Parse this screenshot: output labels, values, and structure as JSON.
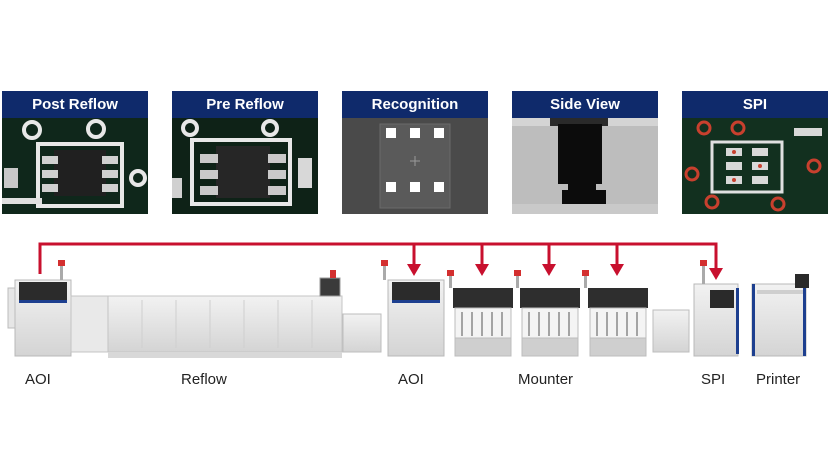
{
  "panels": [
    {
      "id": "post-reflow",
      "label": "Post Reflow"
    },
    {
      "id": "pre-reflow",
      "label": "Pre Reflow"
    },
    {
      "id": "recognition",
      "label": "Recognition"
    },
    {
      "id": "side-view",
      "label": "Side View"
    },
    {
      "id": "spi",
      "label": "SPI"
    }
  ],
  "machines": [
    {
      "id": "aoi-1",
      "label": "AOI"
    },
    {
      "id": "reflow",
      "label": "Reflow"
    },
    {
      "id": "aoi-2",
      "label": "AOI"
    },
    {
      "id": "mounter",
      "label": "Mounter"
    },
    {
      "id": "spi",
      "label": "SPI"
    },
    {
      "id": "printer",
      "label": "Printer"
    }
  ],
  "colors": {
    "header_bg": "#0f2a6b",
    "feedback_line": "#c8102e"
  }
}
